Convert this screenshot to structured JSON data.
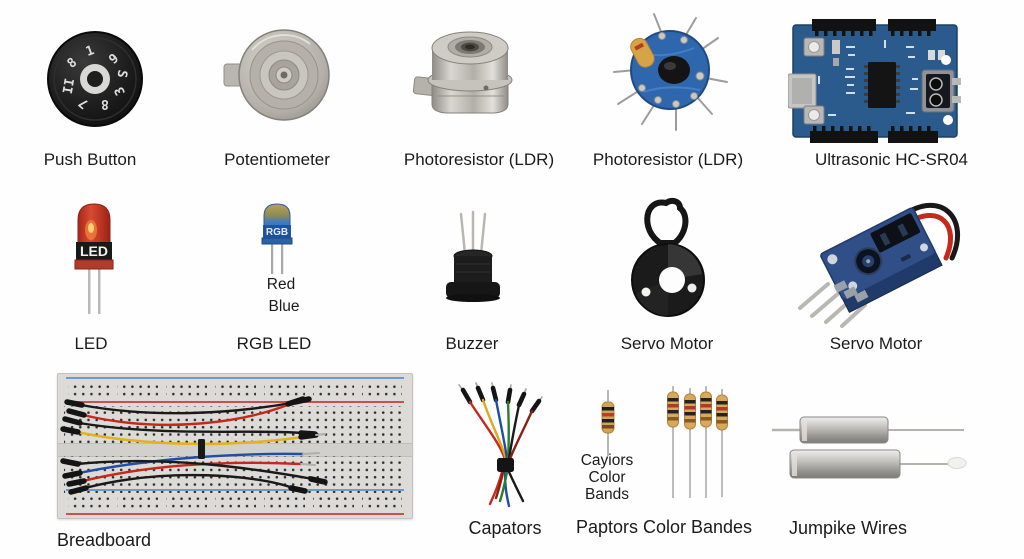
{
  "palette": {
    "background": "#fefefe",
    "text": "#1b1b1d",
    "board_blue": "#2b5a8c",
    "module_blue": "#2f4f86",
    "pcb_blue": "#2e67ad",
    "led_red": "#c63a26",
    "rgb_led_blue": "#2f6fbe",
    "resistor_tan": "#d2a45a",
    "metal_silver": "#bdbab4",
    "breadboard_gray": "#dcdbd7",
    "rail_blue": "#6b9cc8",
    "rail_red": "#c25350",
    "wire_red": "#c5291d",
    "wire_yellow": "#e0b31f",
    "wire_blue": "#1f4fa0",
    "wire_green": "#2f7a33",
    "wire_black": "#1a1a1a"
  },
  "row1": {
    "push_button": {
      "label": "Push Button",
      "dial_digits": [
        "1",
        "6",
        "S",
        "3",
        "8",
        "7",
        "II",
        "8"
      ]
    },
    "potentiometer": {
      "label": "Potentiometer"
    },
    "photoresistor_metal": {
      "label": "Photoresistor (LDR)"
    },
    "photoresistor_pcb": {
      "label": "Photoresistor (LDR)"
    },
    "ultrasonic": {
      "label": "Ultrasonic HC-SR04"
    }
  },
  "row2": {
    "led": {
      "label": "LED",
      "body_text": "LED"
    },
    "rgb_led": {
      "label": "RGB LED",
      "body_text": "RGB",
      "pin_note_line1": "Red",
      "pin_note_line2": "Blue"
    },
    "buzzer": {
      "label": "Buzzer"
    },
    "servo_round": {
      "label": "Servo Motor"
    },
    "servo_module": {
      "label": "Servo Motor"
    }
  },
  "row3": {
    "breadboard": {
      "label": "Breadboard"
    },
    "capators": {
      "label": "Capators"
    },
    "resistor_single": {
      "note_line1": "Cayiors",
      "note_line2": "Color",
      "note_line3": "Bands"
    },
    "resistors": {
      "label": "Paptors Color Bandes"
    },
    "jumper_wires": {
      "label": "Jumpike Wires"
    }
  }
}
